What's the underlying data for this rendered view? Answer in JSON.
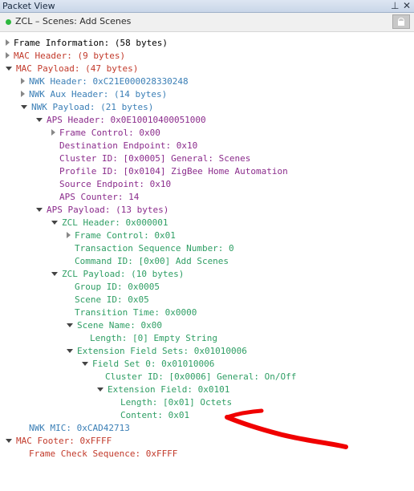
{
  "window": {
    "title": "Packet View",
    "pin_icon": "pin-icon",
    "close_icon": "close-icon"
  },
  "header": {
    "status_color": "#2db83d",
    "label": "ZCL – Scenes: Add Scenes",
    "lock_icon": "lock-icon"
  },
  "colors": {
    "frame": "#000000",
    "mac": "#c23a2b",
    "nwk": "#3b7fb6",
    "aps": "#8b2c8c",
    "zcl": "#2e9e64"
  },
  "tree": [
    {
      "text": "Frame Information: (58 bytes)",
      "depth": 0,
      "state": "collapsed",
      "color": "black"
    },
    {
      "text": "MAC Header: (9 bytes)",
      "depth": 0,
      "state": "collapsed",
      "color": "red"
    },
    {
      "text": "MAC Payload: (47 bytes)",
      "depth": 0,
      "state": "expanded",
      "color": "red"
    },
    {
      "text": "NWK Header: 0xC21E000028330248",
      "depth": 1,
      "state": "collapsed",
      "color": "blue"
    },
    {
      "text": "NWK Aux Header: (14 bytes)",
      "depth": 1,
      "state": "collapsed",
      "color": "blue"
    },
    {
      "text": "NWK Payload: (21 bytes)",
      "depth": 1,
      "state": "expanded",
      "color": "blue"
    },
    {
      "text": "APS Header: 0x0E10010400051000",
      "depth": 2,
      "state": "expanded",
      "color": "purple"
    },
    {
      "text": "Frame Control: 0x00",
      "depth": 3,
      "state": "collapsed",
      "color": "purple"
    },
    {
      "text": "Destination Endpoint: 0x10",
      "depth": 3,
      "state": "none",
      "color": "purple"
    },
    {
      "text": "Cluster ID: [0x0005] General: Scenes",
      "depth": 3,
      "state": "none",
      "color": "purple"
    },
    {
      "text": "Profile ID: [0x0104] ZigBee Home Automation",
      "depth": 3,
      "state": "none",
      "color": "purple"
    },
    {
      "text": "Source Endpoint: 0x10",
      "depth": 3,
      "state": "none",
      "color": "purple"
    },
    {
      "text": "APS Counter: 14",
      "depth": 3,
      "state": "none",
      "color": "purple"
    },
    {
      "text": "APS Payload: (13 bytes)",
      "depth": 2,
      "state": "expanded",
      "color": "purple"
    },
    {
      "text": "ZCL Header: 0x000001",
      "depth": 3,
      "state": "expanded",
      "color": "green"
    },
    {
      "text": "Frame Control: 0x01",
      "depth": 4,
      "state": "collapsed",
      "color": "green"
    },
    {
      "text": "Transaction Sequence Number: 0",
      "depth": 4,
      "state": "none",
      "color": "green"
    },
    {
      "text": "Command ID: [0x00] Add Scenes",
      "depth": 4,
      "state": "none",
      "color": "green"
    },
    {
      "text": "ZCL Payload: (10 bytes)",
      "depth": 3,
      "state": "expanded",
      "color": "green"
    },
    {
      "text": "Group ID: 0x0005",
      "depth": 4,
      "state": "none",
      "color": "green"
    },
    {
      "text": "Scene ID: 0x05",
      "depth": 4,
      "state": "none",
      "color": "green"
    },
    {
      "text": "Transition Time: 0x0000",
      "depth": 4,
      "state": "none",
      "color": "green"
    },
    {
      "text": "Scene Name: 0x00",
      "depth": 4,
      "state": "expanded",
      "color": "green"
    },
    {
      "text": "Length: [0] Empty String",
      "depth": 5,
      "state": "none",
      "color": "green"
    },
    {
      "text": "Extension Field Sets: 0x01010006",
      "depth": 4,
      "state": "expanded",
      "color": "green"
    },
    {
      "text": "Field Set 0: 0x01010006",
      "depth": 5,
      "state": "expanded",
      "color": "green"
    },
    {
      "text": "Cluster ID: [0x0006] General: On/Off",
      "depth": 6,
      "state": "none",
      "color": "green"
    },
    {
      "text": "Extension Field: 0x0101",
      "depth": 6,
      "state": "expanded",
      "color": "green"
    },
    {
      "text": "Length: [0x01] Octets",
      "depth": 7,
      "state": "none",
      "color": "green"
    },
    {
      "text": "Content: 0x01",
      "depth": 7,
      "state": "none",
      "color": "green"
    },
    {
      "text": "NWK MIC: 0xCAD42713",
      "depth": 1,
      "state": "none",
      "color": "blue"
    },
    {
      "text": "MAC Footer: 0xFFFF",
      "depth": 0,
      "state": "expanded",
      "color": "red"
    },
    {
      "text": "Frame Check Sequence: 0xFFFF",
      "depth": 1,
      "state": "none",
      "color": "red"
    }
  ],
  "annotation": {
    "color": "#f00000",
    "icon": "red-arrow-annotation"
  }
}
